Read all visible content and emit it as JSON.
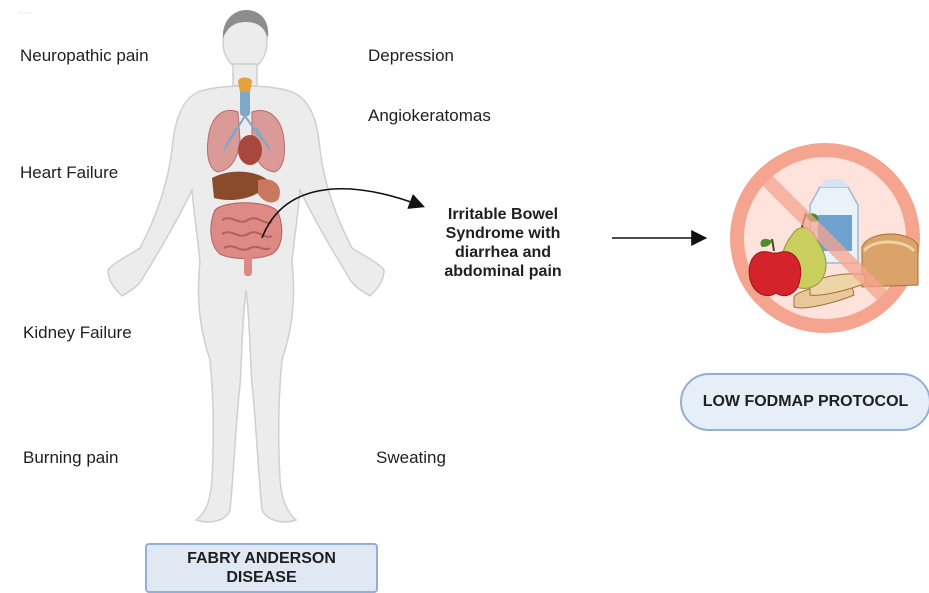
{
  "symptoms_left": {
    "neuropathic_pain": "Neuropathic pain",
    "heart_failure": "Heart Failure",
    "kidney_failure": "Kidney Failure",
    "burning_pain": "Burning pain"
  },
  "symptoms_right": {
    "depression": "Depression",
    "angiokeratomas": "Angiokeratomas",
    "sweating": "Sweating"
  },
  "ibs_lines": [
    "Irritable Bowel",
    "Syndrome with",
    "diarrhea and",
    "abdominal pain"
  ],
  "disease_lines": [
    "FABRY ANDERSON",
    "DISEASE"
  ],
  "protocol_label": "LOW FODMAP PROTOCOL",
  "colors": {
    "box_fill": "#dfe8f3",
    "box_border": "#93afd4",
    "no_sign": "#f4a48f",
    "body": "#ececec"
  },
  "icons": [
    "human-body-anatomy",
    "no-sign-icon",
    "apple-icon",
    "pear-icon",
    "milk-carton-icon",
    "bread-icon"
  ]
}
